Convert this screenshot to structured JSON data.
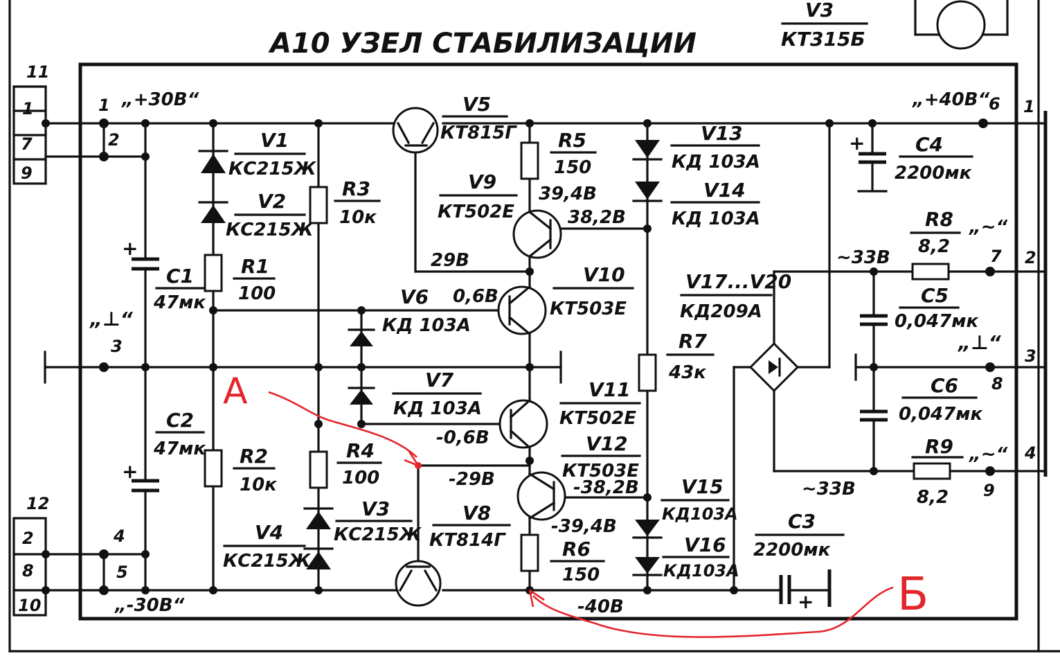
{
  "title": "А10   УЗЕЛ СТАБИЛИЗАЦИИ",
  "connector_left_top": [
    "11",
    "1",
    "7",
    "9"
  ],
  "connector_left_bottom": [
    "12",
    "2",
    "8",
    "10"
  ],
  "connector_right": [
    "1",
    "2",
    "3",
    "4"
  ],
  "nets": {
    "plus30": "„+30В“",
    "minus30": "„-30В“",
    "ground_mark": "„⊥“",
    "plus40": "„+40В“",
    "ac_top": "„~“",
    "ac_bottom": "„~“",
    "ground_right": "„⊥“"
  },
  "pins": {
    "p1": "1",
    "p2": "2",
    "p3": "3",
    "p4": "4",
    "p5": "5",
    "p6": "6",
    "p7": "7",
    "p8": "8",
    "p9": "9"
  },
  "components": {
    "V1": {
      "ref": "V1",
      "type": "КС215Ж"
    },
    "V2": {
      "ref": "V2",
      "type": "КС215Ж"
    },
    "V3b": {
      "ref": "V3",
      "type": "КС215Ж"
    },
    "V3top": {
      "ref": "V3",
      "type": "КТ315Б"
    },
    "V4": {
      "ref": "V4",
      "type": "КС215Ж"
    },
    "V5": {
      "ref": "V5",
      "type": "КТ815Г"
    },
    "V6": {
      "ref": "V6",
      "type": "КД 103А"
    },
    "V7": {
      "ref": "V7",
      "type": "КД 103А"
    },
    "V8": {
      "ref": "V8",
      "type": "КТ814Г"
    },
    "V9": {
      "ref": "V9",
      "type": "КТ502Е"
    },
    "V10": {
      "ref": "V10",
      "type": "КТ503Е"
    },
    "V11": {
      "ref": "V11",
      "type": "КТ502Е"
    },
    "V12": {
      "ref": "V12",
      "type": "КТ503Е"
    },
    "V13": {
      "ref": "V13",
      "type": "КД 103А"
    },
    "V14": {
      "ref": "V14",
      "type": "КД 103А"
    },
    "V15": {
      "ref": "V15",
      "type": "КД103А"
    },
    "V16": {
      "ref": "V16",
      "type": "КД103А"
    },
    "V17V20": {
      "ref": "V17...V20",
      "type": "КД209А"
    },
    "R1": {
      "ref": "R1",
      "value": "100"
    },
    "R2": {
      "ref": "R2",
      "value": "10к"
    },
    "R3": {
      "ref": "R3",
      "value": "10к"
    },
    "R4": {
      "ref": "R4",
      "value": "100"
    },
    "R5": {
      "ref": "R5",
      "value": "150"
    },
    "R6": {
      "ref": "R6",
      "value": "150"
    },
    "R7": {
      "ref": "R7",
      "value": "43к"
    },
    "R8": {
      "ref": "R8",
      "value": "8,2"
    },
    "R9": {
      "ref": "R9",
      "value": "8,2"
    },
    "C1": {
      "ref": "C1",
      "value": "47мк"
    },
    "C2": {
      "ref": "C2",
      "value": "47мк"
    },
    "C3": {
      "ref": "C3",
      "value": "2200мк"
    },
    "C4": {
      "ref": "C4",
      "value": "2200мк"
    },
    "C5": {
      "ref": "C5",
      "value": "0,047мк"
    },
    "C6": {
      "ref": "C6",
      "value": "0,047мк"
    }
  },
  "voltages": {
    "v39_4_top": "39,4В",
    "v38_2_top": "38,2В",
    "v29": "29В",
    "v0_6": "0,6В",
    "vm0_6": "-0,6В",
    "vm29": "-29В",
    "vm38_2": "-38,2В",
    "vm39_4": "-39,4В",
    "vm40": "-40В",
    "ac33_top": "~33В",
    "ac33_bottom": "~33В"
  },
  "annotations": {
    "A": "А",
    "B": "Б"
  }
}
